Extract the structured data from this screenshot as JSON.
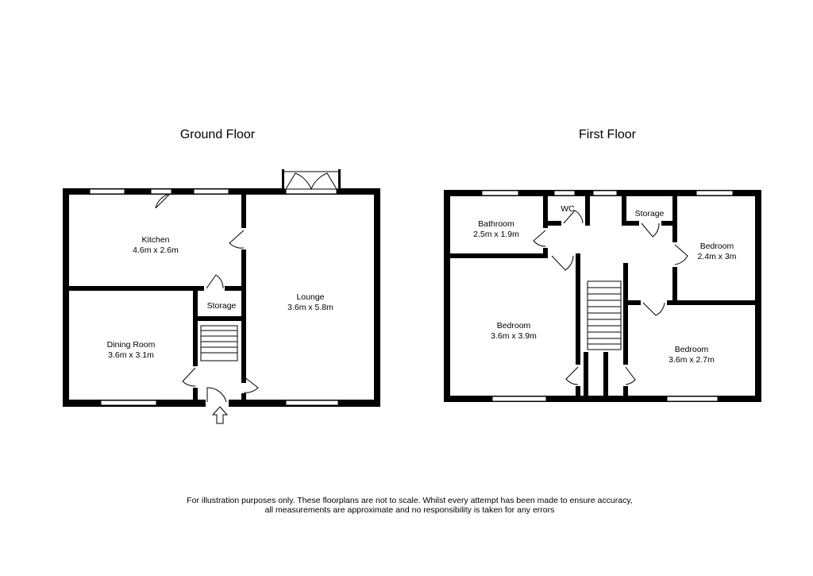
{
  "floors": {
    "ground": {
      "title": "Ground Floor",
      "rooms": {
        "kitchen": {
          "name": "Kitchen",
          "size": "4.6m x 2.6m"
        },
        "lounge": {
          "name": "Lounge",
          "size": "3.6m x 5.8m"
        },
        "storage": {
          "name": "Storage"
        },
        "dining": {
          "name": "Dining Room",
          "size": "3.6m x 3.1m"
        }
      }
    },
    "first": {
      "title": "First Floor",
      "rooms": {
        "bathroom": {
          "name": "Bathroom",
          "size": "2.5m x 1.9m"
        },
        "wc": {
          "name": "WC"
        },
        "storage": {
          "name": "Storage"
        },
        "bedroom_ne": {
          "name": "Bedroom",
          "size": "2.4m x 3m"
        },
        "bedroom_w": {
          "name": "Bedroom",
          "size": "3.6m x 3.9m"
        },
        "bedroom_se": {
          "name": "Bedroom",
          "size": "3.6m x 2.7m"
        }
      }
    }
  },
  "disclaimer": {
    "line1": "For illustration purposes only. These floorplans are not to scale. Whilst every attempt has been made to ensure accuracy,",
    "line2": "all measurements are approximate and no responsibility is taken for any errors"
  }
}
